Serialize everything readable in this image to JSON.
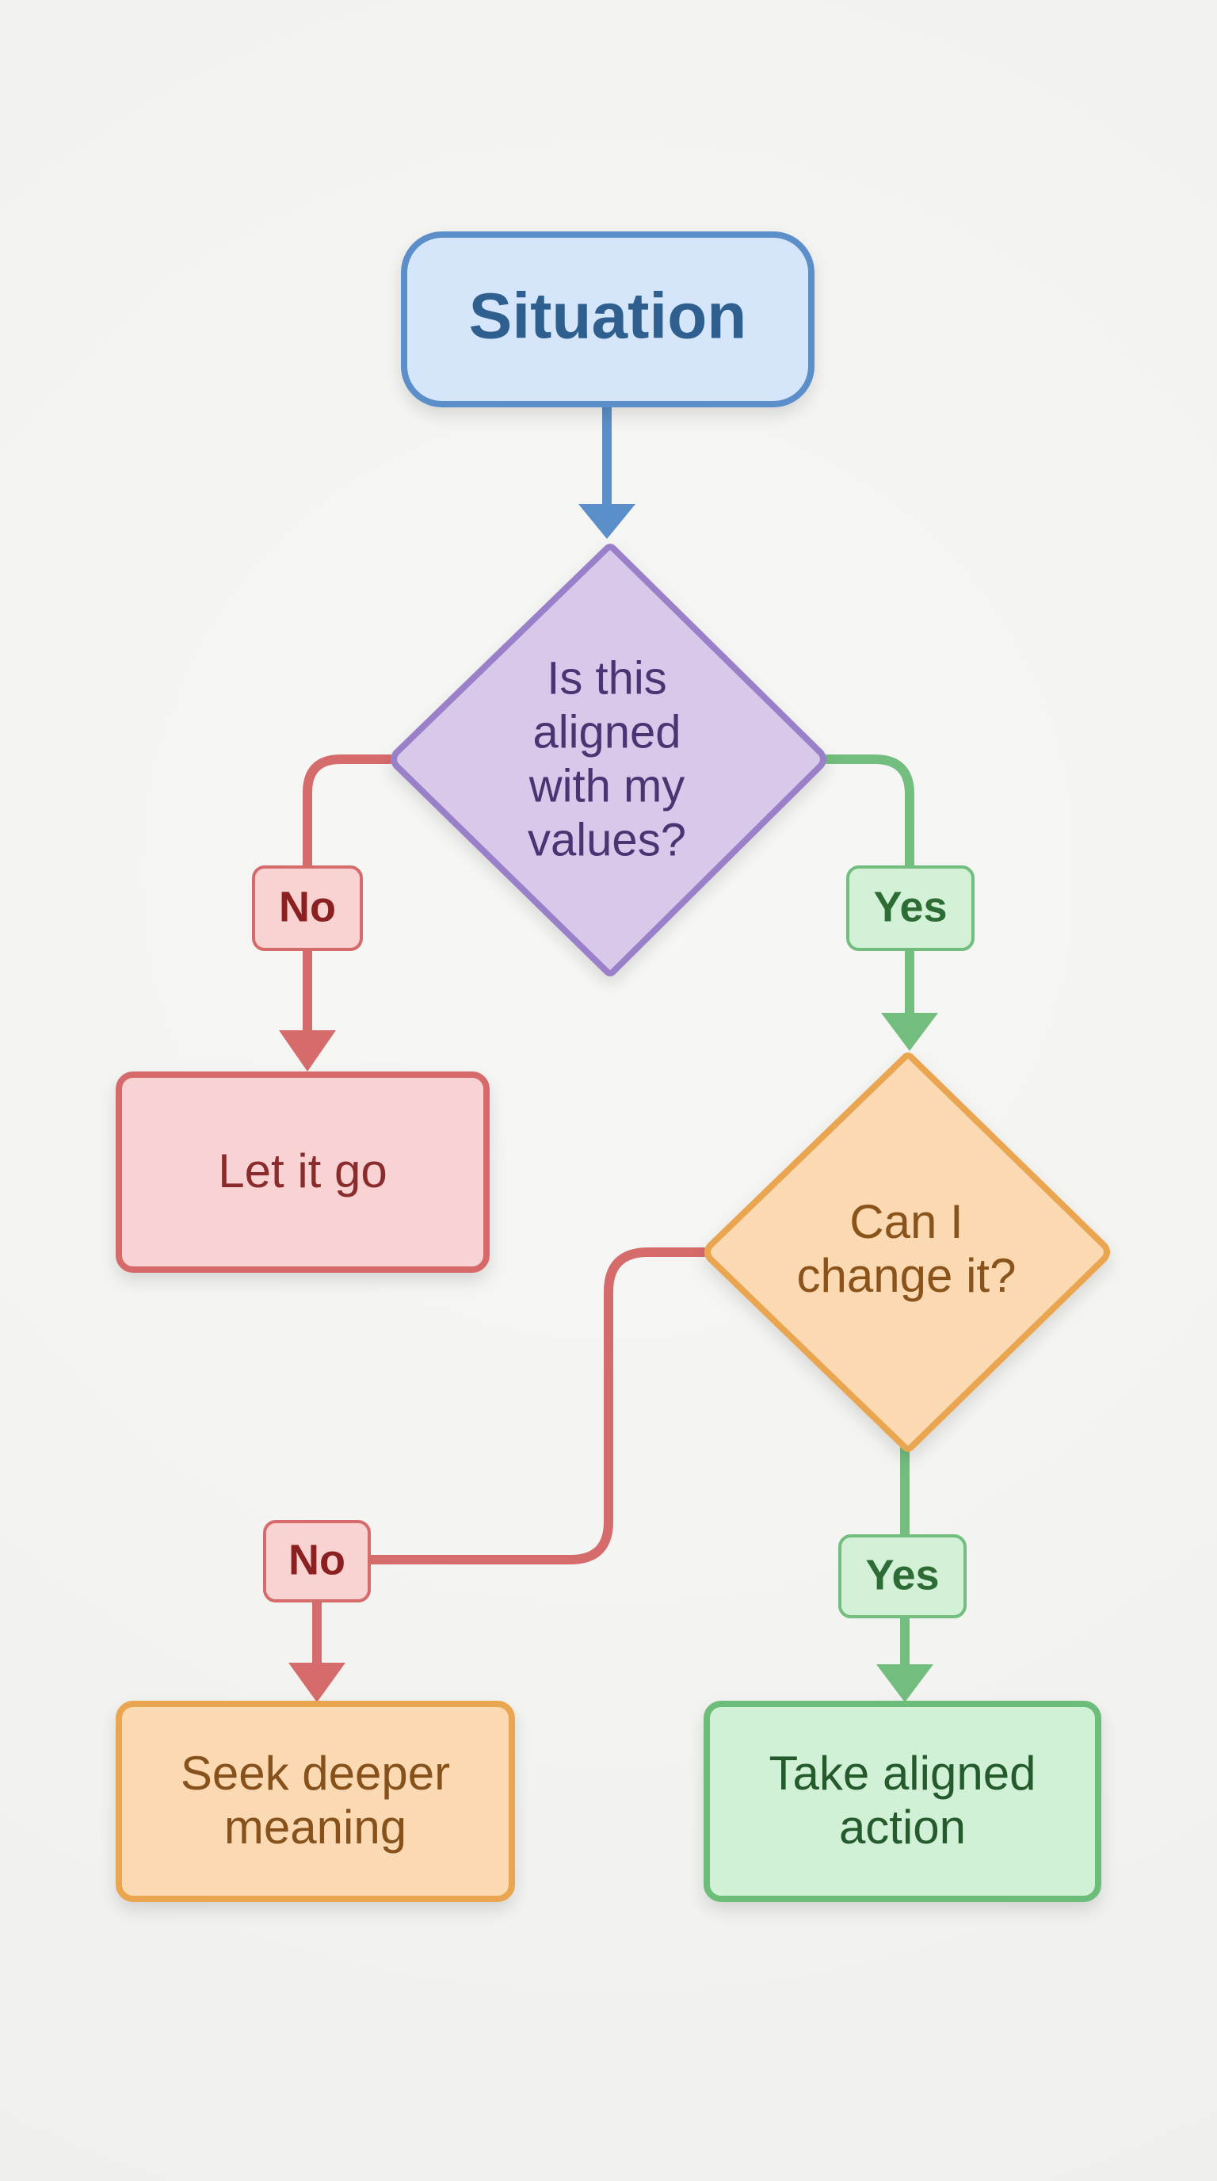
{
  "diagram": {
    "start": {
      "label": "Situation",
      "fill": "#d6e6fa",
      "stroke": "#5b8fc9",
      "text_color": "#2f5f8e"
    },
    "decision_values": {
      "lines": [
        "Is this",
        "aligned",
        "with my",
        "values?"
      ],
      "fill": "#d8c8ea",
      "stroke": "#9a80c8",
      "text_color": "#4a3573"
    },
    "branch_no_1": {
      "label": "No",
      "fill": "#f9d2d2",
      "stroke": "#d66b6b",
      "text_color": "#8b2020"
    },
    "branch_yes_1": {
      "label": "Yes",
      "fill": "#d3f1d6",
      "stroke": "#73bd7e",
      "text_color": "#2d6d35"
    },
    "outcome_let_go": {
      "label": "Let it go",
      "fill": "#f9d3d3",
      "stroke": "#d66b6b",
      "text_color": "#8b2c2c"
    },
    "decision_change": {
      "lines": [
        "Can I",
        "change it?"
      ],
      "fill": "#fbd9b3",
      "stroke": "#e9a54f",
      "text_color": "#8a531a"
    },
    "branch_no_2": {
      "label": "No",
      "fill": "#f9d2d2",
      "stroke": "#d66b6b",
      "text_color": "#8b2020"
    },
    "branch_yes_2": {
      "label": "Yes",
      "fill": "#d3f1d6",
      "stroke": "#73bd7e",
      "text_color": "#2d6d35"
    },
    "outcome_seek_meaning": {
      "lines": [
        "Seek deeper",
        "meaning"
      ],
      "fill": "#fbd9b3",
      "stroke": "#e9a54f",
      "text_color": "#86511b"
    },
    "outcome_take_action": {
      "lines": [
        "Take aligned",
        "action"
      ],
      "fill": "#d1f1d6",
      "stroke": "#6dbd7a",
      "text_color": "#245a2c"
    },
    "colors": {
      "blue_arrow": "#5b8fc9",
      "red_arrow": "#d66b6b",
      "green_arrow": "#73bd7e"
    }
  }
}
